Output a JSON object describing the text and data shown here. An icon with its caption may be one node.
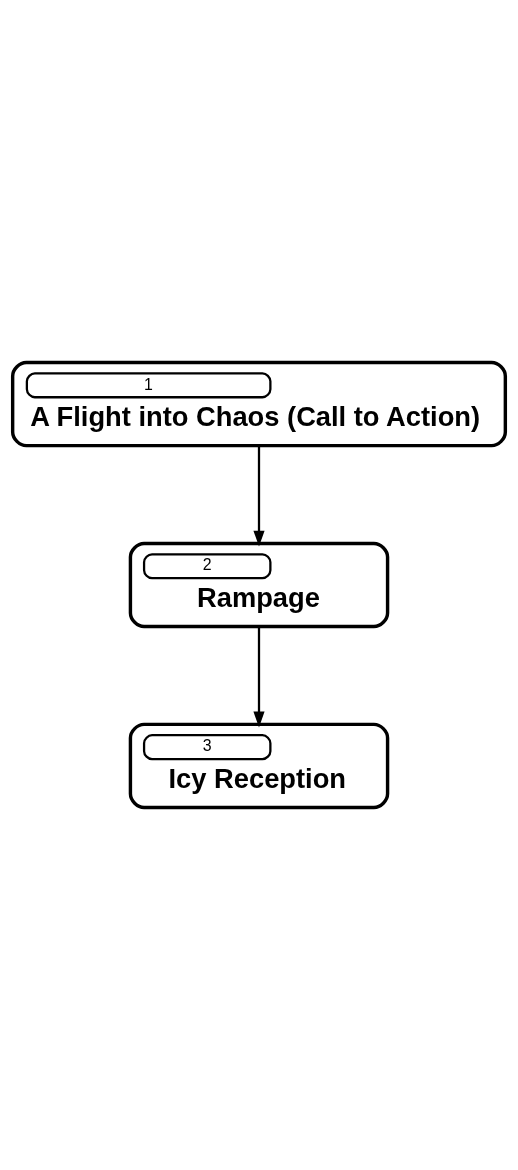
{
  "diagram": {
    "nodes": [
      {
        "text": [
          "1",
          "A Flight into Chaos (Call to Action)"
        ]
      },
      {
        "text": [
          "2",
          "Rampage"
        ]
      },
      {
        "text": [
          "3",
          "Icy Reception"
        ]
      }
    ],
    "edges": [
      {
        "from": 0,
        "to": 1,
        "arrow": "to"
      },
      {
        "from": 1,
        "to": 2,
        "arrow": "to"
      }
    ]
  }
}
